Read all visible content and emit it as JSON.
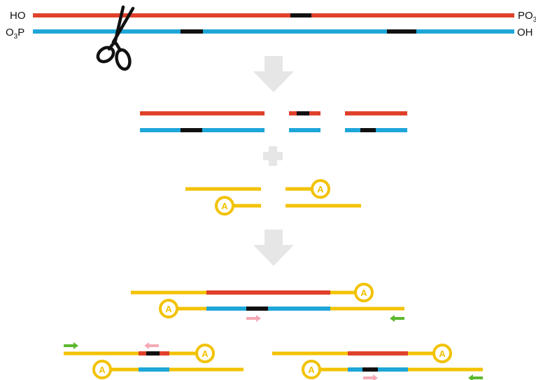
{
  "labels": {
    "top_left": "HO",
    "top_right": "PO",
    "top_right_sub": "3",
    "bottom_left_main": "O",
    "bottom_left_sub": "3",
    "bottom_left_tail": "P",
    "bottom_right": "OH"
  },
  "adapter_letter": "A",
  "colors": {
    "top_strand": "#e0412b",
    "bottom_strand": "#1ea6d8",
    "adapter": "#f2c200",
    "marker": "#111111",
    "arrow": "#e6e6e6",
    "primer_pink": "#f4a9b4",
    "primer_green": "#5cb82e"
  },
  "icons": [
    "scissors-icon",
    "down-arrow-icon",
    "plus-icon",
    "primer-arrow-icon"
  ]
}
